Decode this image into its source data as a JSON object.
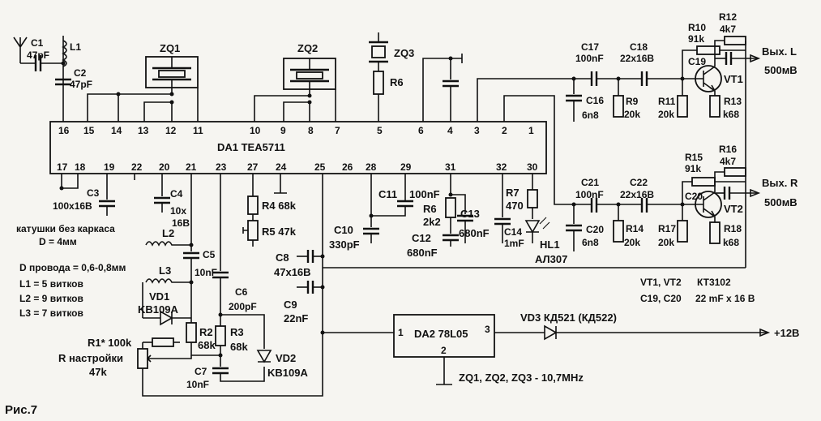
{
  "figure_label": "Рис.7",
  "ic1": {
    "name": "DA1 TEA5711",
    "top_pins": [
      "16",
      "15",
      "14",
      "13",
      "12",
      "11",
      "10",
      "9",
      "8",
      "7",
      "5",
      "6",
      "4",
      "3",
      "2",
      "1"
    ],
    "bottom_pins": [
      "17",
      "18",
      "19",
      "22",
      "20",
      "21",
      "23",
      "27",
      "24",
      "25",
      "26",
      "28",
      "29",
      "31",
      "32",
      "30"
    ]
  },
  "ic2": {
    "name": "DA2 78L05",
    "pin_in": "1",
    "pin_out": "3",
    "pin_gnd": "2"
  },
  "components": {
    "C1": "C1",
    "C1_val": "47pF",
    "L1": "L1",
    "C2": "C2",
    "C2_val": "47pF",
    "ZQ1": "ZQ1",
    "ZQ2": "ZQ2",
    "ZQ3": "ZQ3",
    "R6_top": "R6",
    "C17": "C17",
    "C17_val": "100nF",
    "C18": "C18",
    "C18_val": "22x16B",
    "C16": "C16",
    "C16_val": "6n8",
    "R9": "R9",
    "R9_val": "20k",
    "R10": "R10",
    "R10_val": "91k",
    "R12": "R12",
    "R12_val": "4k7",
    "C19": "C19",
    "VT1": "VT1",
    "R11": "R11",
    "R11_val": "20k",
    "R13": "R13",
    "R13_val": "k68",
    "out_L": "Вых. L",
    "out_L_level": "500мВ",
    "C3": "C3",
    "C3_val": "100x16B",
    "C4": "C4",
    "C4_val1": "10x",
    "C4_val2": "16B",
    "L2": "L2",
    "L3": "L3",
    "C5": "C5",
    "C5_val": "10nF",
    "C6": "C6",
    "C6_val": "200pF",
    "VD1": "VD1",
    "VD1_val": "KB109A",
    "R1": "R1* 100k",
    "Rtune": "R настройки",
    "Rtune_val": "47k",
    "R2": "R2",
    "R2_val": "68k",
    "R3": "R3",
    "R3_val": "68k",
    "C7": "C7",
    "C7_val": "10nF",
    "VD2": "VD2",
    "VD2_val": "KB109A",
    "R4": "R4 68k",
    "R5": "R5 47k",
    "C10": "C10",
    "C10_val": "330pF",
    "C8": "C8",
    "C8_val": "47x16B",
    "C9": "C9",
    "C9_val": "22nF",
    "C11": "C11",
    "C11_val": "100nF",
    "R6_bot": "R6",
    "R6_bot_val": "2k2",
    "C13": "C13",
    "C13_val": "680nF",
    "C12": "C12",
    "C12_val": "680nF",
    "C14": "C14",
    "C14_val": "1mF",
    "R7": "R7",
    "R7_val": "470",
    "HL1": "HL1",
    "HL1_val": "АЛ307",
    "C21": "C21",
    "C21_val": "100nF",
    "C22": "C22",
    "C22_val": "22x16B",
    "C20a": "C20",
    "C20a_val": "6n8",
    "R14": "R14",
    "R14_val": "20k",
    "R15": "R15",
    "R15_val": "91k",
    "R16": "R16",
    "R16_val": "4k7",
    "C20b": "C20",
    "VT2": "VT2",
    "R17": "R17",
    "R17_val": "20k",
    "R18": "R18",
    "R18_val": "k68",
    "out_R": "Вых. R",
    "out_R_level": "500мВ",
    "VD3": "VD3  КД521 (КД522)",
    "supply": "+12В"
  },
  "notes": {
    "coil_1": "катушки без каркаса",
    "coil_2": "D = 4мм",
    "wire": "D провода = 0,6-0,8мм",
    "L1_turns": "L1 = 5 витков",
    "L2_turns": "L2 = 9 витков",
    "L3_turns": "L3 = 7 витков",
    "vt_types_a": "VT1, VT2",
    "vt_types_b": "КТ3102",
    "c_types_a": "C19, C20",
    "c_types_b": "22 mF x 16 B",
    "zq_freq": "ZQ1, ZQ2, ZQ3 - 10,7MHz"
  }
}
